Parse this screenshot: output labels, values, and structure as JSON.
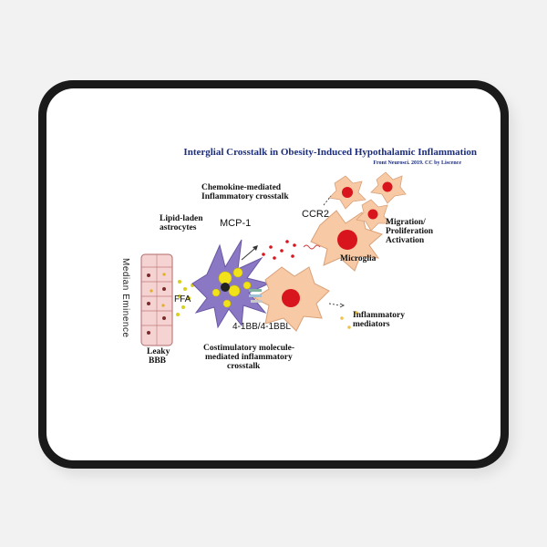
{
  "title": "Interglial Crosstalk in Obesity-Induced Hypothalamic Inflammation",
  "subtitle": "Front Neurosci. 2019. CC by Liscence",
  "labels": {
    "chemokine_line1": "Chemokine-mediated",
    "chemokine_line2": "Inflammatory crosstalk",
    "lipid_line1": "Lipid-laden",
    "lipid_line2": "astrocytes",
    "mcp1": "MCP-1",
    "ccr2": "CCR2",
    "migration_line1": "Migration/",
    "migration_line2": "Proliferation",
    "migration_line3": "Activation",
    "microglia": "Microglia",
    "median_eminence": "Median Eminence",
    "ffa": "FFA",
    "bbl": "4-1BB/4-1BBL",
    "leaky_line1": "Leaky",
    "leaky_line2": "BBB",
    "inflam_line1": "Inflammatory",
    "inflam_line2": "mediators",
    "costim_line1": "Costimulatory molecule-",
    "costim_line2": "mediated inflammatory",
    "costim_line3": "crosstalk"
  },
  "colors": {
    "title": "#1c2d7a",
    "astrocyte": "#8a78c4",
    "lipid": "#f2e21a",
    "microglia": "#f7c9a4",
    "nucleus": "#d8151c",
    "vessel": "#f5d3d3",
    "mediator": "#f2c14a",
    "mat_border": "#1a1a1a"
  },
  "icons": [
    "astrocyte-cell",
    "microglia-cell",
    "blood-vessel",
    "arrow-icon",
    "wavy-arrow-icon",
    "receptor-icon"
  ]
}
